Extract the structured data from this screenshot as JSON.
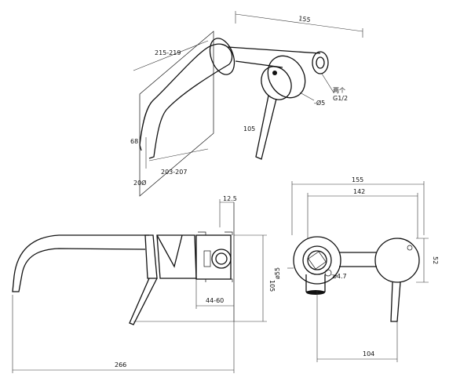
{
  "dimensions": {
    "top_width": "155",
    "top_reach": "215-219",
    "top_height_68": "68",
    "top_lever_105": "105",
    "top_outlet_20": "20Ø",
    "top_reach_203": "203-207",
    "top_diameter_5": "-Ø5",
    "top_thread": "两个\nG1/2",
    "side_12_5": "12.5",
    "side_105": "105",
    "side_44_60": "44-60",
    "side_266": "266",
    "front_155": "155",
    "front_142": "142",
    "front_52": "52",
    "front_d55": "ø55",
    "front_d4_7": "ø4.7",
    "front_104": "104"
  }
}
